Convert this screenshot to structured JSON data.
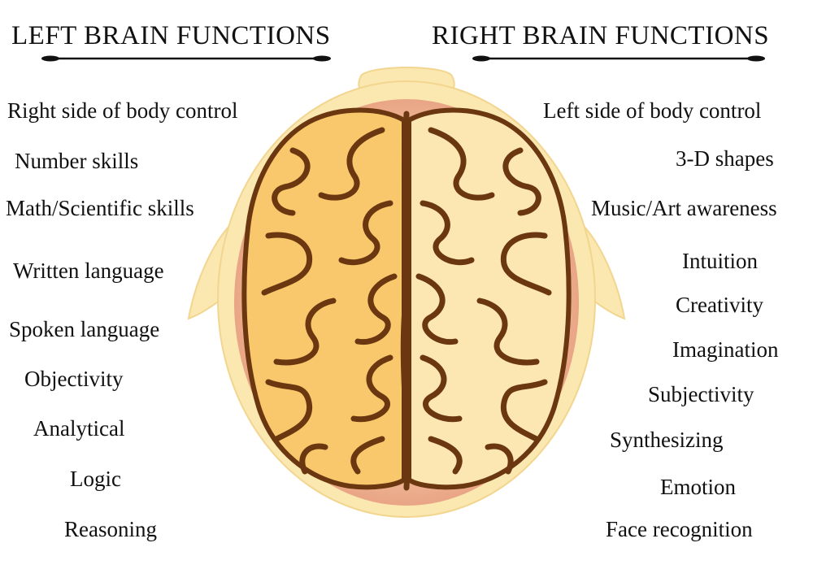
{
  "left": {
    "title": "LEFT BRAIN FUNCTIONS",
    "items": [
      "Right side of body control",
      "Number skills",
      "Math/Scientific skills",
      "Written language",
      "Spoken language",
      "Objectivity",
      "Analytical",
      "Logic",
      "Reasoning"
    ]
  },
  "right": {
    "title": "RIGHT BRAIN FUNCTIONS",
    "items": [
      "Left side of body control",
      "3-D shapes",
      "Music/Art awareness",
      "Intuition",
      "Creativity",
      "Imagination",
      "Subjectivity",
      "Synthesizing",
      "Emotion",
      "Face recognition"
    ]
  },
  "colors": {
    "head": "#fbe7b0",
    "head_outline": "#f2d58e",
    "skin_glow": "#e6a583",
    "left_hemisphere": "#f9c86c",
    "right_hemisphere": "#fce6b2",
    "sulci": "#6b3710",
    "text": "#111111"
  }
}
